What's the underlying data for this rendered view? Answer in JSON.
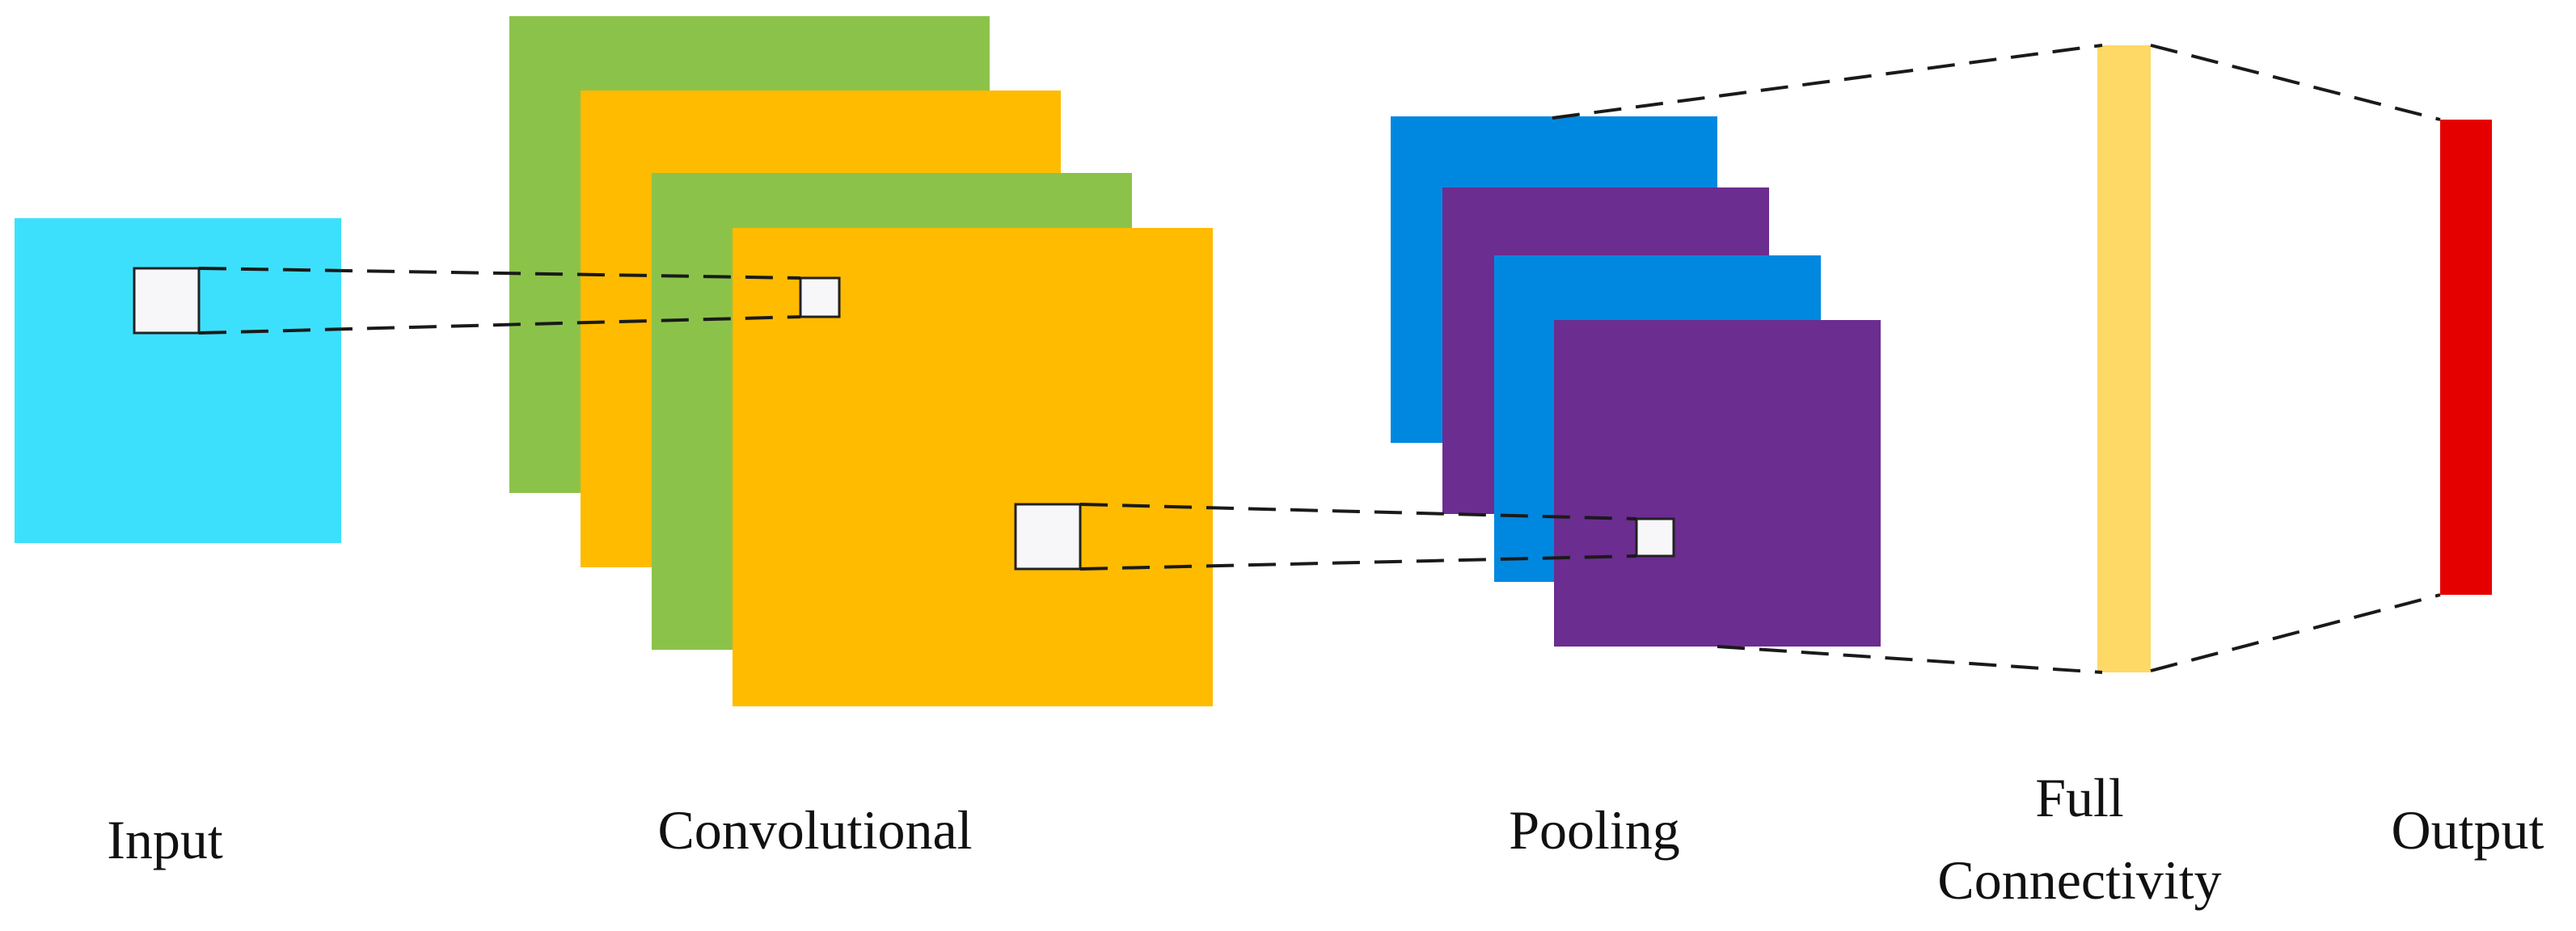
{
  "diagram": {
    "labels": {
      "input": "Input",
      "convolutional": "Convolutional",
      "pooling": "Pooling",
      "full_line1": "Full",
      "full_line2": "Connectivity",
      "output": "Output"
    },
    "colors": {
      "input": "#3de0fc",
      "conv_green": "#8bc34a",
      "conv_orange": "#ffbb00",
      "pool_blue": "#0088e0",
      "pool_purple": "#6b2d90",
      "full": "#ffd966",
      "output": "#e50000",
      "patch": "#f7f7fa",
      "line": "#1a1a1a"
    }
  }
}
